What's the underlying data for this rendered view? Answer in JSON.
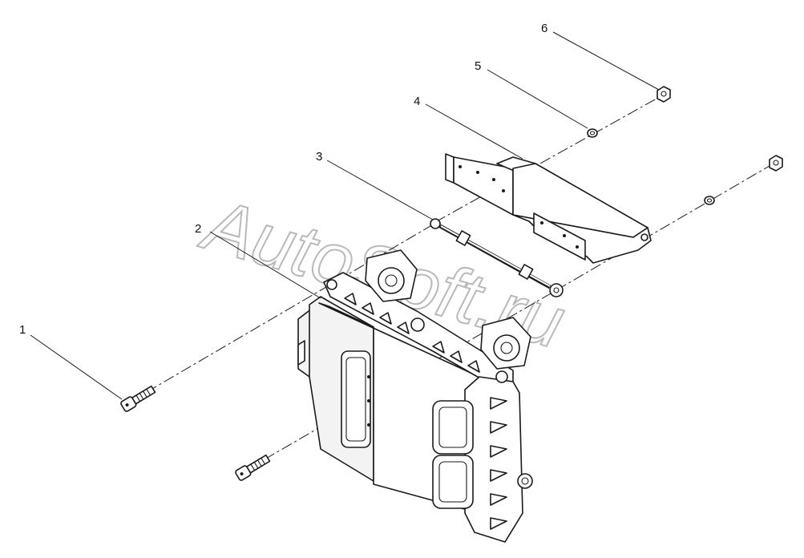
{
  "diagram": {
    "callouts": [
      {
        "id": "1",
        "label": "1"
      },
      {
        "id": "2",
        "label": "2"
      },
      {
        "id": "3",
        "label": "3"
      },
      {
        "id": "4",
        "label": "4"
      },
      {
        "id": "5",
        "label": "5"
      },
      {
        "id": "6",
        "label": "6"
      }
    ],
    "watermark": "AutoSoft.ru"
  }
}
